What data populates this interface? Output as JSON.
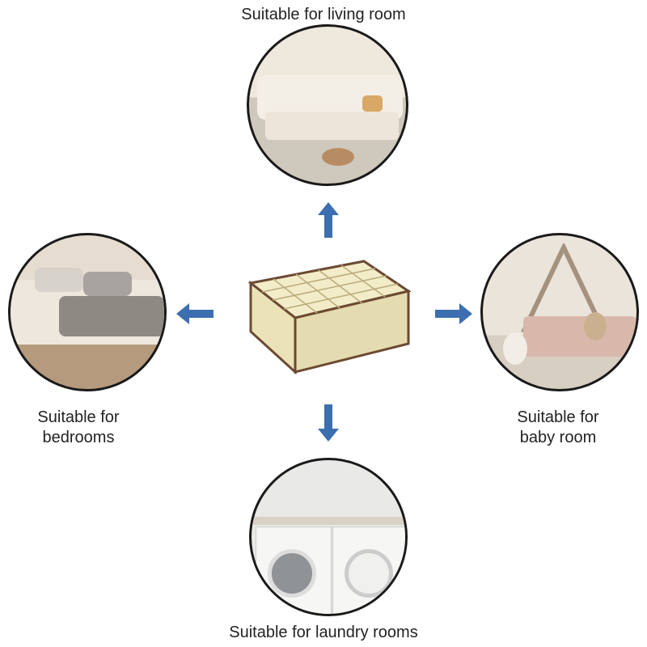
{
  "scenes": {
    "living_room": {
      "label": "Suitable for living room"
    },
    "bedroom": {
      "label_line1": "Suitable for",
      "label_line2": "bedrooms"
    },
    "baby_room": {
      "label_line1": "Suitable for",
      "label_line2": "baby room"
    },
    "laundry": {
      "label": "Suitable for laundry rooms"
    }
  },
  "colors": {
    "arrow": "#3d6fb0",
    "organizer": "#f3ecc8",
    "trim": "#6b4a32"
  }
}
